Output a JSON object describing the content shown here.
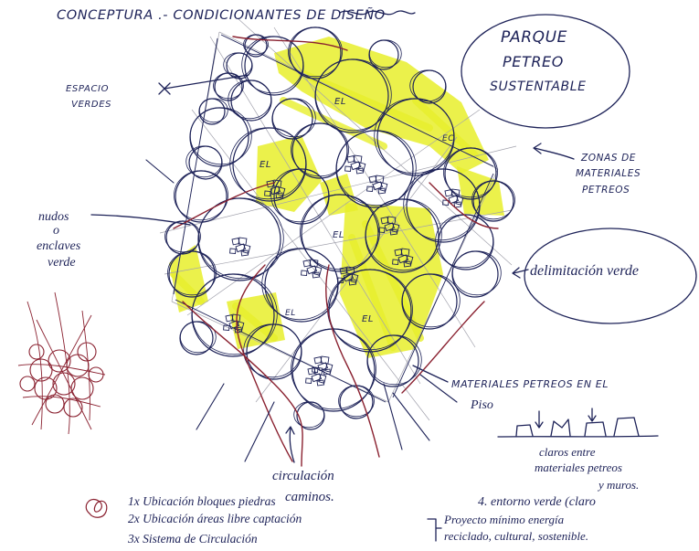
{
  "title": "CONCEPTURA .- CONDICIONANTES DE DISEÑO",
  "park": {
    "lines": [
      "PARQUE",
      "PETREO",
      "SUSTENTABLE"
    ]
  },
  "labels": {
    "green_space": [
      "ESPACIO",
      "VERDES"
    ],
    "stone_zones": [
      "ZONAS DE",
      "MATERIALES",
      "PETREOS"
    ],
    "enclaves": [
      "nudos",
      "o",
      "enclaves",
      "verde"
    ],
    "green_edge": "delimitación verde",
    "floor_materials": [
      "MATERIALES PETREOS EN EL",
      "Piso"
    ],
    "gaps": [
      "claros entre",
      "materiales petreos",
      "y muros."
    ],
    "circulation": [
      "circulación",
      "caminos."
    ],
    "green_surround": "4. entorno verde (claro",
    "project": [
      "Proyecto mínimo energía",
      "reciclado, cultural, sostenible."
    ],
    "circle_tags": [
      "EL",
      "EL",
      "EL",
      "EL",
      "EL",
      "EC"
    ]
  },
  "legend": [
    "1x Ubicación bloques piedras",
    "2x Ubicación áreas libre captación",
    "3x Sistema de Circulación"
  ],
  "colors": {
    "ink": "#1d2258",
    "highlight": "#e8ef2c",
    "red": "#8a2130",
    "pencil": "#a2a2ad",
    "paper": "#ffffff"
  }
}
